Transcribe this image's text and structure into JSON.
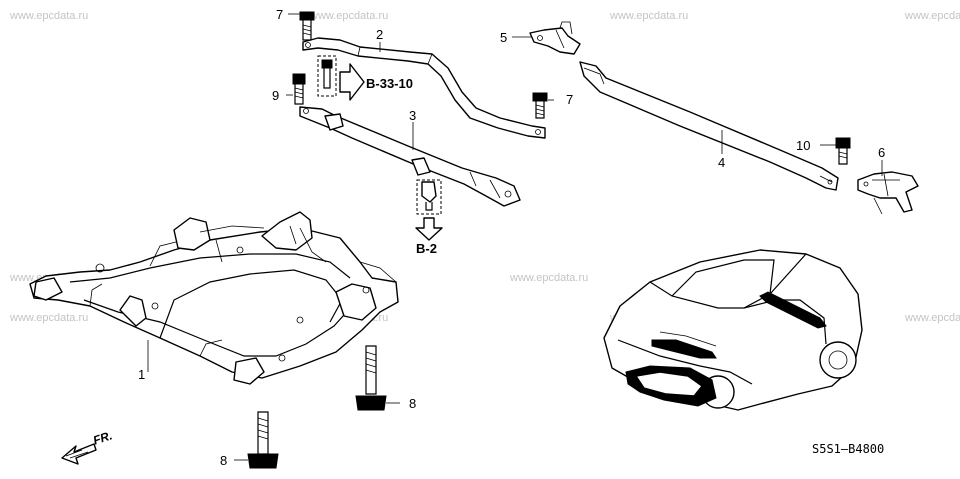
{
  "watermark": "www.epcdata.ru",
  "callouts": [
    "1",
    "2",
    "3",
    "4",
    "5",
    "6",
    "7",
    "7",
    "8",
    "8",
    "9",
    "10"
  ],
  "refs": {
    "b33": "B-33-10",
    "b2": "B-2"
  },
  "diagram_code": "S5S1—B4800",
  "front_marker": "FR."
}
